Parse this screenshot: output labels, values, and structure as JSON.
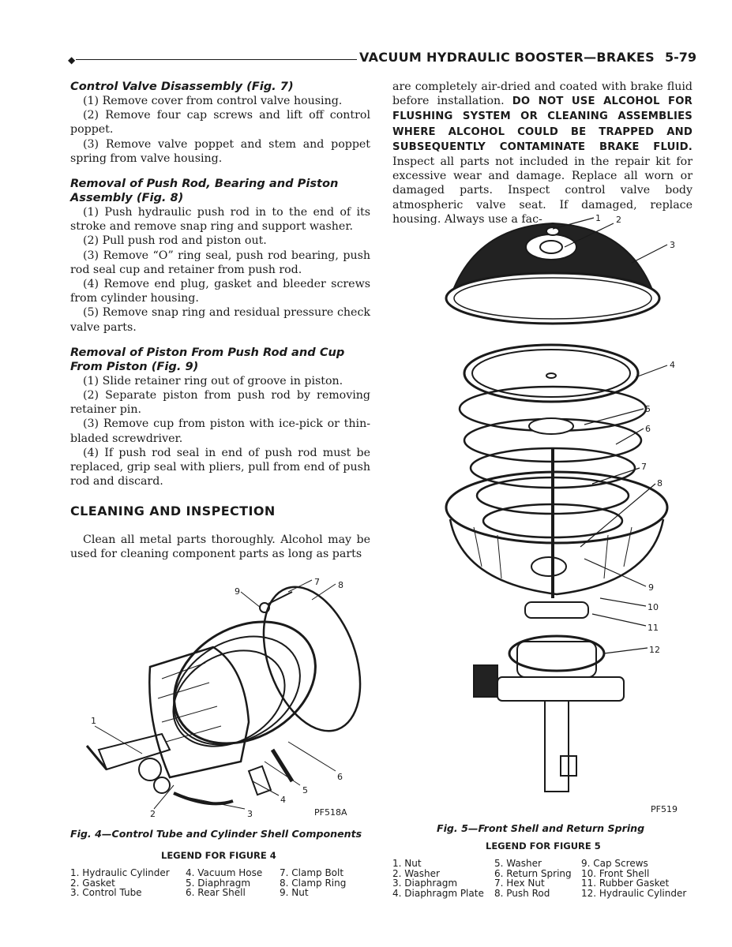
{
  "header": {
    "title": "VACUUM HYDRAULIC BOOSTER—BRAKES",
    "page": "5-79"
  },
  "left": {
    "s1_title": "Control Valve Disassembly (Fig. 7)",
    "s1_p1": "(1) Remove cover from control valve housing.",
    "s1_p2": "(2) Remove four cap screws and lift off control poppet.",
    "s1_p3": "(3) Remove valve poppet and stem and poppet spring from valve housing.",
    "s2_title_a": "Removal of Push Rod, Bearing and Piston",
    "s2_title_b": "Assembly (Fig. 8)",
    "s2_p1": "(1) Push hydraulic push rod in to the end of its stroke and remove snap ring and support washer.",
    "s2_p2": "(2) Pull push rod and piston out.",
    "s2_p3": "(3) Remove “O” ring seal, push rod bearing, push rod seal cup and retainer from push rod.",
    "s2_p4": "(4) Remove end plug, gasket and bleeder screws from cylinder housing.",
    "s2_p5": "(5) Remove snap ring and residual pressure check valve parts.",
    "s3_title_a": "Removal of Piston From Push Rod and Cup",
    "s3_title_b": "From Piston (Fig. 9)",
    "s3_p1": "(1) Slide retainer ring out of groove in piston.",
    "s3_p2": "(2) Separate piston from push rod by removing retainer pin.",
    "s3_p3": "(3) Remove cup from piston with ice-pick or thin-bladed screwdriver.",
    "s3_p4": "(4) If push rod seal in end of push rod must be replaced, grip seal with pliers, pull from end of push rod and discard.",
    "section": "CLEANING AND INSPECTION",
    "s4_p1": "Clean all metal parts thoroughly. Alcohol may be used for cleaning component parts as long as parts"
  },
  "right": {
    "p1a": "are completely air-dried and coated with brake fluid before installation. ",
    "warning": "DO NOT USE ALCOHOL FOR FLUSHING SYSTEM OR CLEANING ASSEMBLIES WHERE ALCOHOL COULD BE TRAPPED AND SUBSEQUENTLY CONTAMINATE BRAKE FLUID.",
    "p1b": " Inspect all parts not included in the repair kit for excessive wear and damage. Replace all worn or damaged parts. Inspect control valve body atmospheric valve seat. If damaged, replace housing. Always use a fac-"
  },
  "fig4": {
    "code": "PF518A",
    "caption": "Fig. 4—Control Tube and Cylinder Shell Components",
    "legend_title": "LEGEND FOR FIGURE 4",
    "callouts": [
      "1",
      "2",
      "3",
      "4",
      "5",
      "6",
      "7",
      "8",
      "9"
    ],
    "legend": [
      "1. Hydraulic Cylinder",
      "2. Gasket",
      "3. Control Tube",
      "4. Vacuum Hose",
      "5. Diaphragm",
      "6. Rear Shell",
      "7. Clamp Bolt",
      "8. Clamp Ring",
      "9. Nut"
    ]
  },
  "fig5": {
    "code": "PF519",
    "caption": "Fig. 5—Front Shell and Return Spring",
    "legend_title": "LEGEND FOR FIGURE 5",
    "callouts": [
      "1",
      "2",
      "3",
      "4",
      "5",
      "6",
      "7",
      "8",
      "9",
      "10",
      "11",
      "12"
    ],
    "legend": [
      "1. Nut",
      "2. Washer",
      "3. Diaphragm",
      "4. Diaphragm Plate",
      "5. Washer",
      "6. Return Spring",
      "7. Hex Nut",
      "8. Push Rod",
      "9. Cap Screws",
      "10. Front Shell",
      "11. Rubber Gasket",
      "12. Hydraulic Cylinder"
    ]
  }
}
